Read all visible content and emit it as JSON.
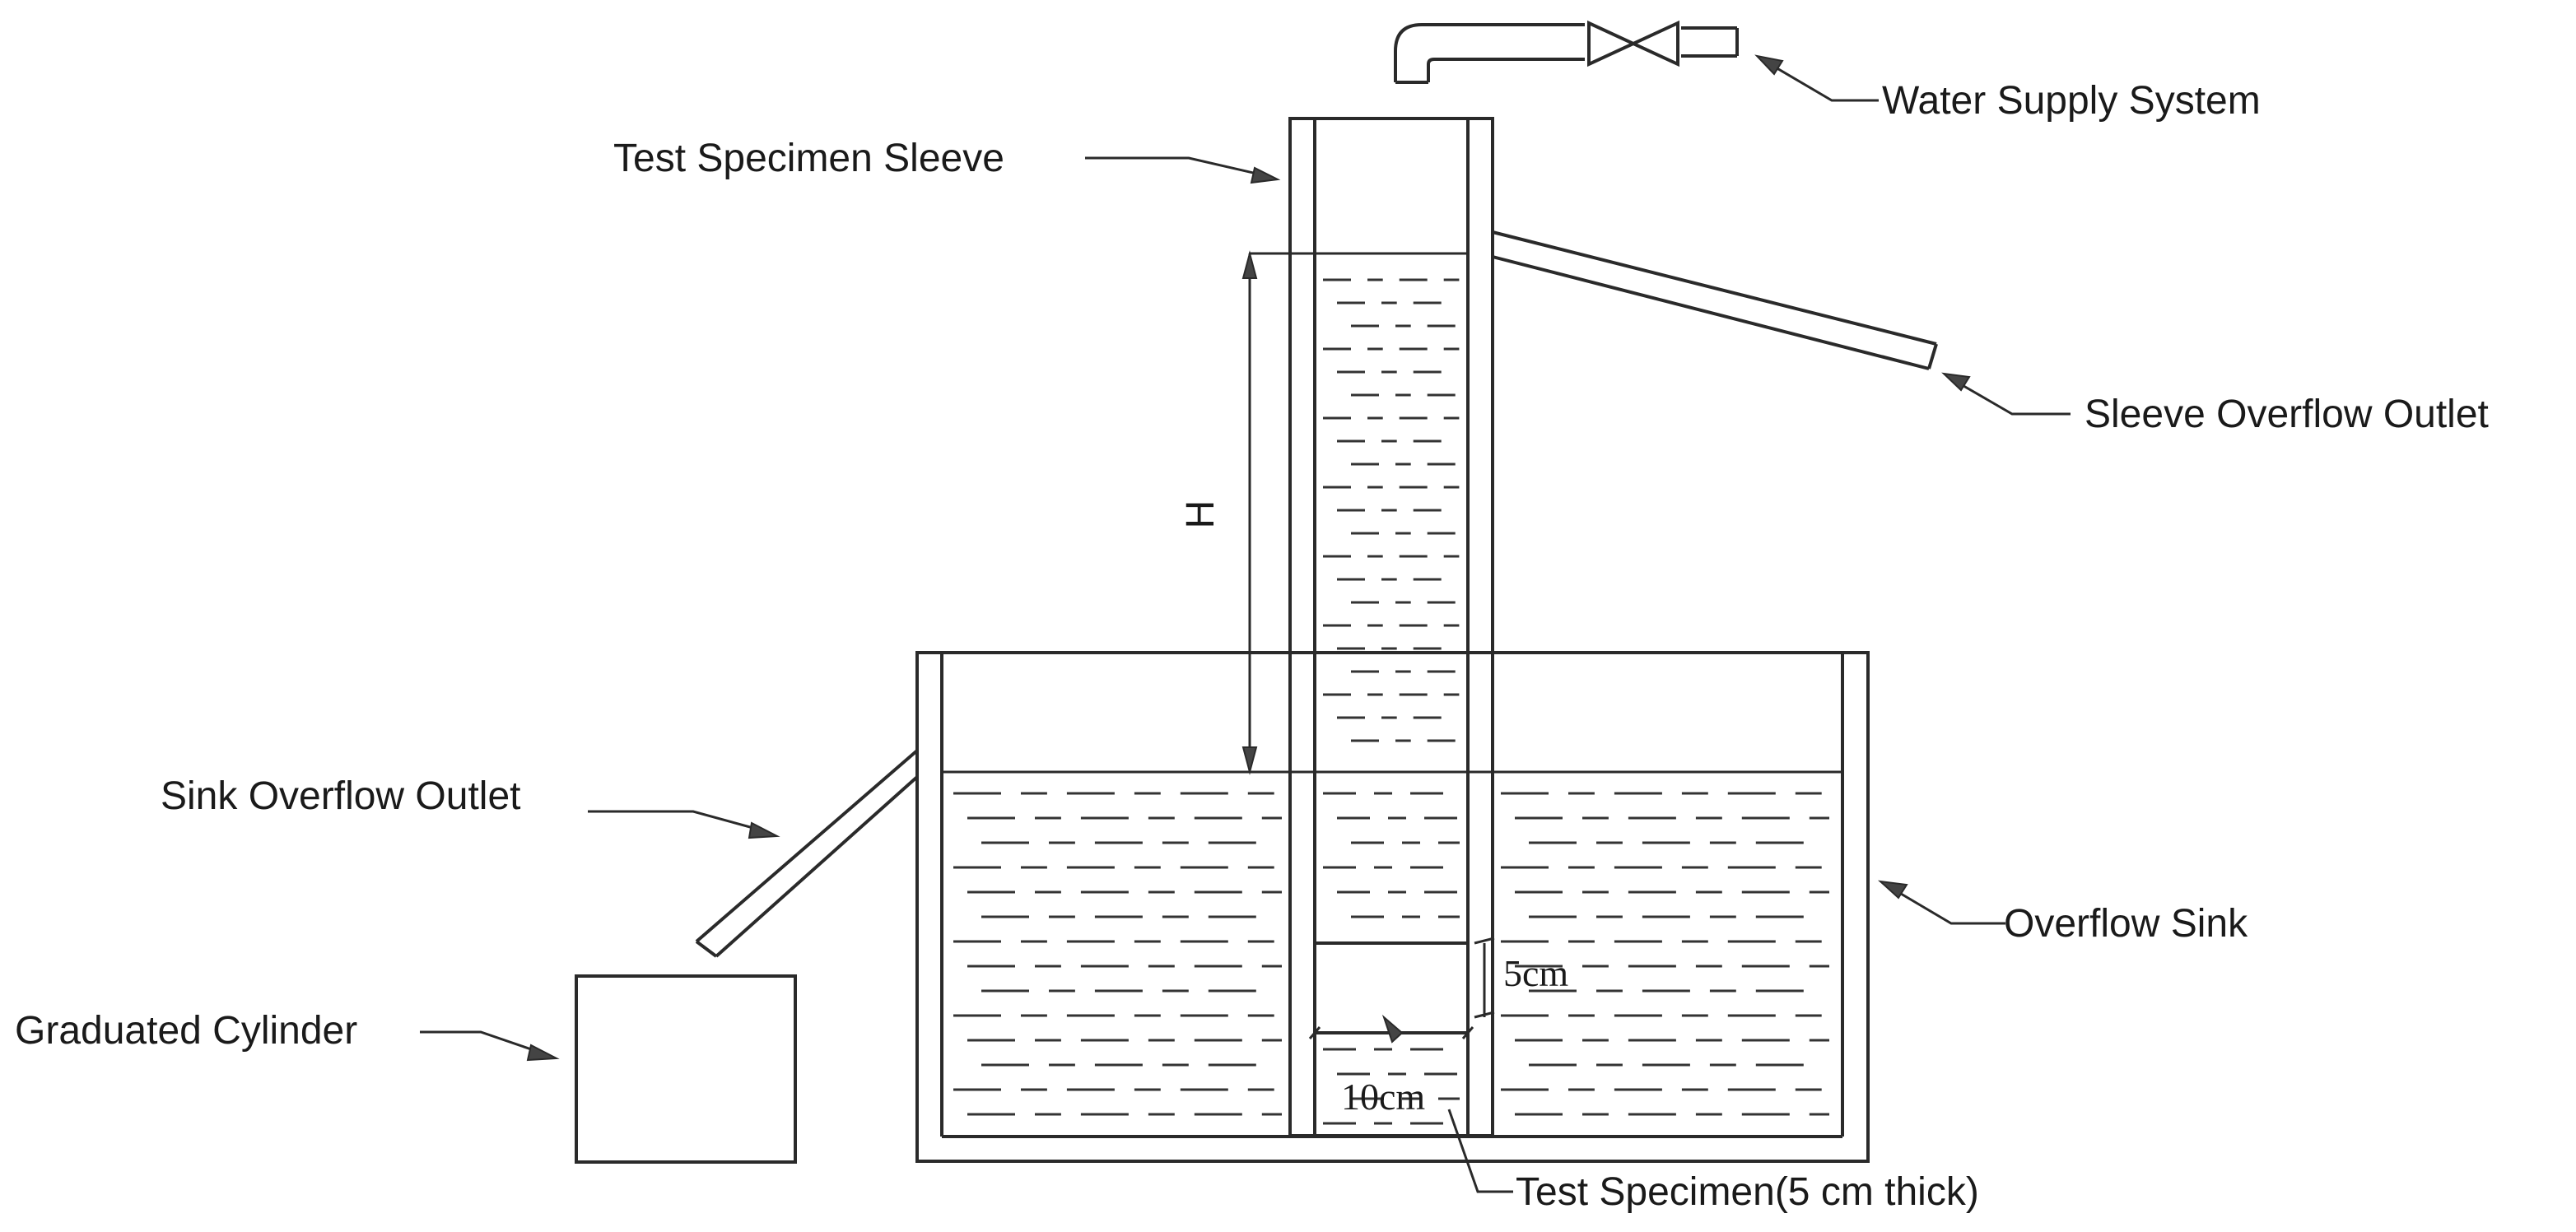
{
  "labels": {
    "water_supply": "Water Supply System",
    "sleeve": "Test Specimen Sleeve",
    "sleeve_overflow": "Sleeve Overflow Outlet",
    "sink_overflow": "Sink Overflow Outlet",
    "overflow_sink": "Overflow Sink",
    "graduated_cylinder": "Graduated Cylinder",
    "test_specimen": "Test Specimen(5 cm thick)"
  },
  "dimensions": {
    "head": "H",
    "specimen_thickness": "5cm",
    "specimen_width": "10cm"
  }
}
